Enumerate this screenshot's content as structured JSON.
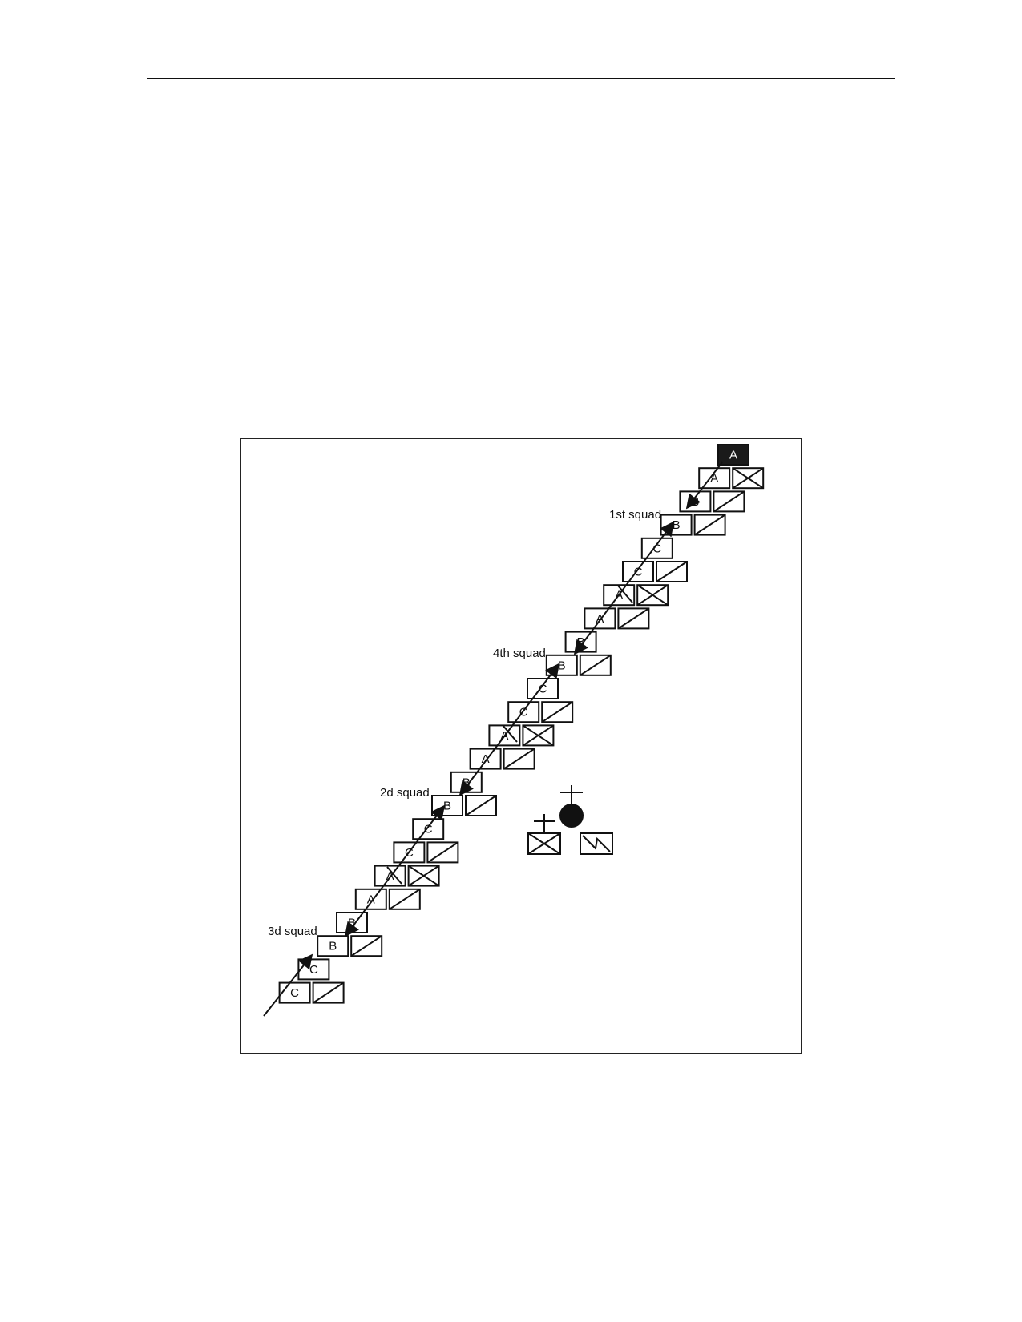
{
  "figure": {
    "squad_labels": [
      "1st squad",
      "4th squad",
      "2d squad",
      "3d squad"
    ],
    "rows": [
      {
        "letter": "A",
        "filled": true,
        "symbol": null
      },
      {
        "letter": "A",
        "filled": false,
        "symbol": "crossed-box"
      },
      {
        "letter": "B",
        "filled": false,
        "symbol": "slash-box"
      },
      {
        "letter": "B",
        "filled": false,
        "symbol": "slash-box"
      },
      {
        "letter": "C",
        "filled": false,
        "symbol": null
      },
      {
        "letter": "C",
        "filled": false,
        "symbol": "slash-box"
      },
      {
        "letter": "A",
        "filled": false,
        "symbol": "crossed-box"
      },
      {
        "letter": "A",
        "filled": false,
        "symbol": "slash-box"
      },
      {
        "letter": "B",
        "filled": false,
        "symbol": null
      },
      {
        "letter": "B",
        "filled": false,
        "symbol": "slash-box"
      },
      {
        "letter": "C",
        "filled": false,
        "symbol": null
      },
      {
        "letter": "C",
        "filled": false,
        "symbol": "slash-box"
      },
      {
        "letter": "A",
        "filled": false,
        "symbol": "crossed-box"
      },
      {
        "letter": "A",
        "filled": false,
        "symbol": "slash-box"
      },
      {
        "letter": "B",
        "filled": false,
        "symbol": null
      },
      {
        "letter": "B",
        "filled": false,
        "symbol": "slash-box"
      },
      {
        "letter": "C",
        "filled": false,
        "symbol": null
      },
      {
        "letter": "C",
        "filled": false,
        "symbol": "slash-box"
      },
      {
        "letter": "A",
        "filled": false,
        "symbol": "crossed-box"
      },
      {
        "letter": "A",
        "filled": false,
        "symbol": "slash-box"
      },
      {
        "letter": "B",
        "filled": false,
        "symbol": null
      },
      {
        "letter": "B",
        "filled": false,
        "symbol": "slash-box"
      },
      {
        "letter": "C",
        "filled": false,
        "symbol": null
      },
      {
        "letter": "C",
        "filled": false,
        "symbol": "slash-box"
      }
    ],
    "hq_symbols": [
      "cross-circle-icon",
      "cross-crossed-box-icon",
      "zigzag-box-icon"
    ]
  }
}
